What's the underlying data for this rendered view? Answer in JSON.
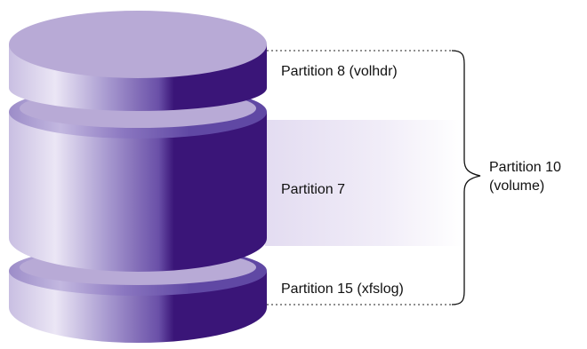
{
  "labels": {
    "volhdr": "Partition 8 (volhdr)",
    "root": "Partition 7",
    "xfslog": "Partition 15 (xfslog)",
    "volume_line1": "Partition 10",
    "volume_line2": "(volume)"
  },
  "colors": {
    "disk_top": "#b8aad6",
    "disk_dark": "#3a1578",
    "disk_light": "#d4cbe8",
    "rim": "#7e69b8",
    "label_band": "#ebe6f5",
    "bracket": "#111111"
  }
}
